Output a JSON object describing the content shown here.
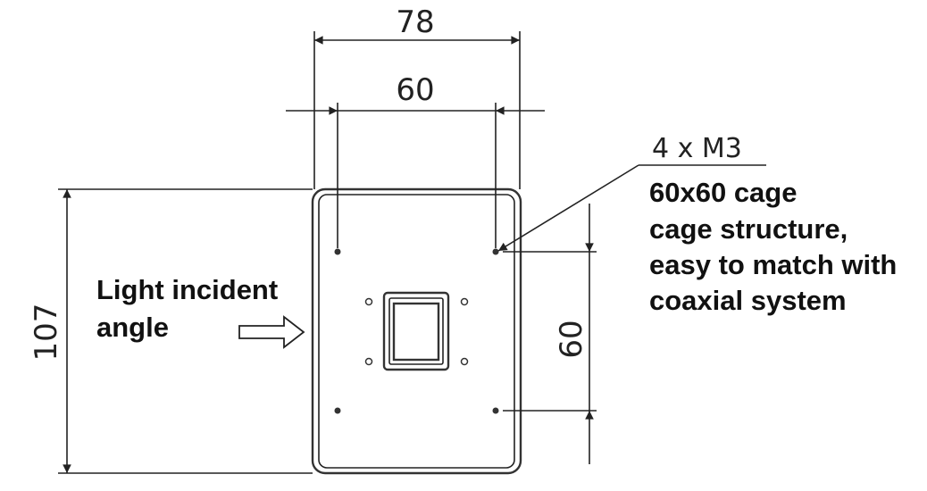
{
  "dimensions": {
    "outer_width": "78",
    "hole_spacing_horizontal": "60",
    "height": "107",
    "hole_spacing_vertical": "60"
  },
  "callout": {
    "thread": "4 x M3",
    "lines": [
      "60x60 cage",
      "cage structure,",
      "easy to match with",
      "coaxial system"
    ]
  },
  "light": {
    "lines": [
      "Light incident",
      "angle"
    ]
  }
}
